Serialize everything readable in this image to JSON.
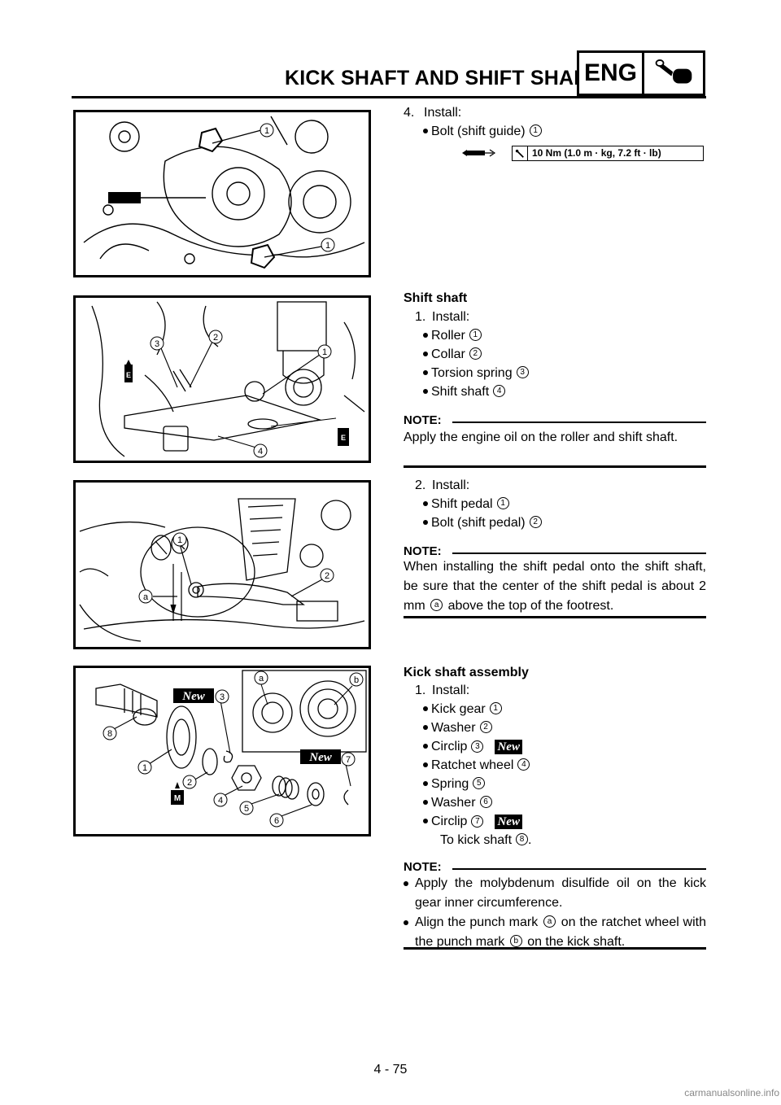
{
  "header": {
    "title": "KICK SHAFT AND SHIFT SHAFT",
    "section_code": "ENG",
    "section_icon": "engine-piston-icon"
  },
  "step4": {
    "number": "4.",
    "action": "Install:",
    "items": [
      {
        "label": "Bolt (shift guide)",
        "ref": "1"
      }
    ],
    "torque": "10 Nm (1.0 m · kg, 7.2 ft · lb)"
  },
  "shift_shaft": {
    "heading": "Shift shaft",
    "step1": {
      "number": "1.",
      "action": "Install:",
      "items": [
        {
          "label": "Roller",
          "ref": "1"
        },
        {
          "label": "Collar",
          "ref": "2"
        },
        {
          "label": "Torsion spring",
          "ref": "3"
        },
        {
          "label": "Shift shaft",
          "ref": "4"
        }
      ]
    },
    "note1": {
      "label": "NOTE:",
      "text": "Apply the engine oil on the roller and shift shaft."
    },
    "step2": {
      "number": "2.",
      "action": "Install:",
      "items": [
        {
          "label": "Shift pedal",
          "ref": "1"
        },
        {
          "label": "Bolt (shift pedal)",
          "ref": "2"
        }
      ]
    },
    "note2": {
      "label": "NOTE:",
      "text_before": "When installing the shift pedal onto the shift shaft, be sure that the center of the shift pedal is about 2 mm",
      "ref": "a",
      "text_after": "above the top of the footrest."
    }
  },
  "kick_shaft": {
    "heading": "Kick shaft assembly",
    "step1": {
      "number": "1.",
      "action": "Install:",
      "items": [
        {
          "label": "Kick gear",
          "ref": "1",
          "new": ""
        },
        {
          "label": "Washer",
          "ref": "2",
          "new": ""
        },
        {
          "label": "Circlip",
          "ref": "3",
          "new": "New"
        },
        {
          "label": "Ratchet wheel",
          "ref": "4",
          "new": ""
        },
        {
          "label": "Spring",
          "ref": "5",
          "new": ""
        },
        {
          "label": "Washer",
          "ref": "6",
          "new": ""
        },
        {
          "label": "Circlip",
          "ref": "7",
          "new": "New"
        }
      ],
      "to_text": "To kick shaft",
      "to_ref": "8"
    },
    "note": {
      "label": "NOTE:",
      "bullet1": "Apply the molybdenum disulfide oil on the kick gear inner circumference.",
      "bullet2_before": "Align the punch mark",
      "bullet2_ref_a": "a",
      "bullet2_mid": "on the ratchet wheel with the punch mark",
      "bullet2_ref_b": "b",
      "bullet2_after": "on the kick shaft."
    }
  },
  "figures": {
    "fig1_callouts": [
      "1",
      "1"
    ],
    "fig2_callouts": [
      "1",
      "2",
      "3",
      "4"
    ],
    "fig2_marks": [
      "E",
      "E"
    ],
    "fig3_callouts": [
      "1",
      "2",
      "a"
    ],
    "fig4_callouts": [
      "1",
      "2",
      "3",
      "4",
      "5",
      "6",
      "7",
      "8",
      "a",
      "b"
    ],
    "fig4_marks": [
      "New",
      "New",
      "M"
    ]
  },
  "footer": {
    "page_number": "4 - 75",
    "watermark": "carmanualsonline.info"
  }
}
